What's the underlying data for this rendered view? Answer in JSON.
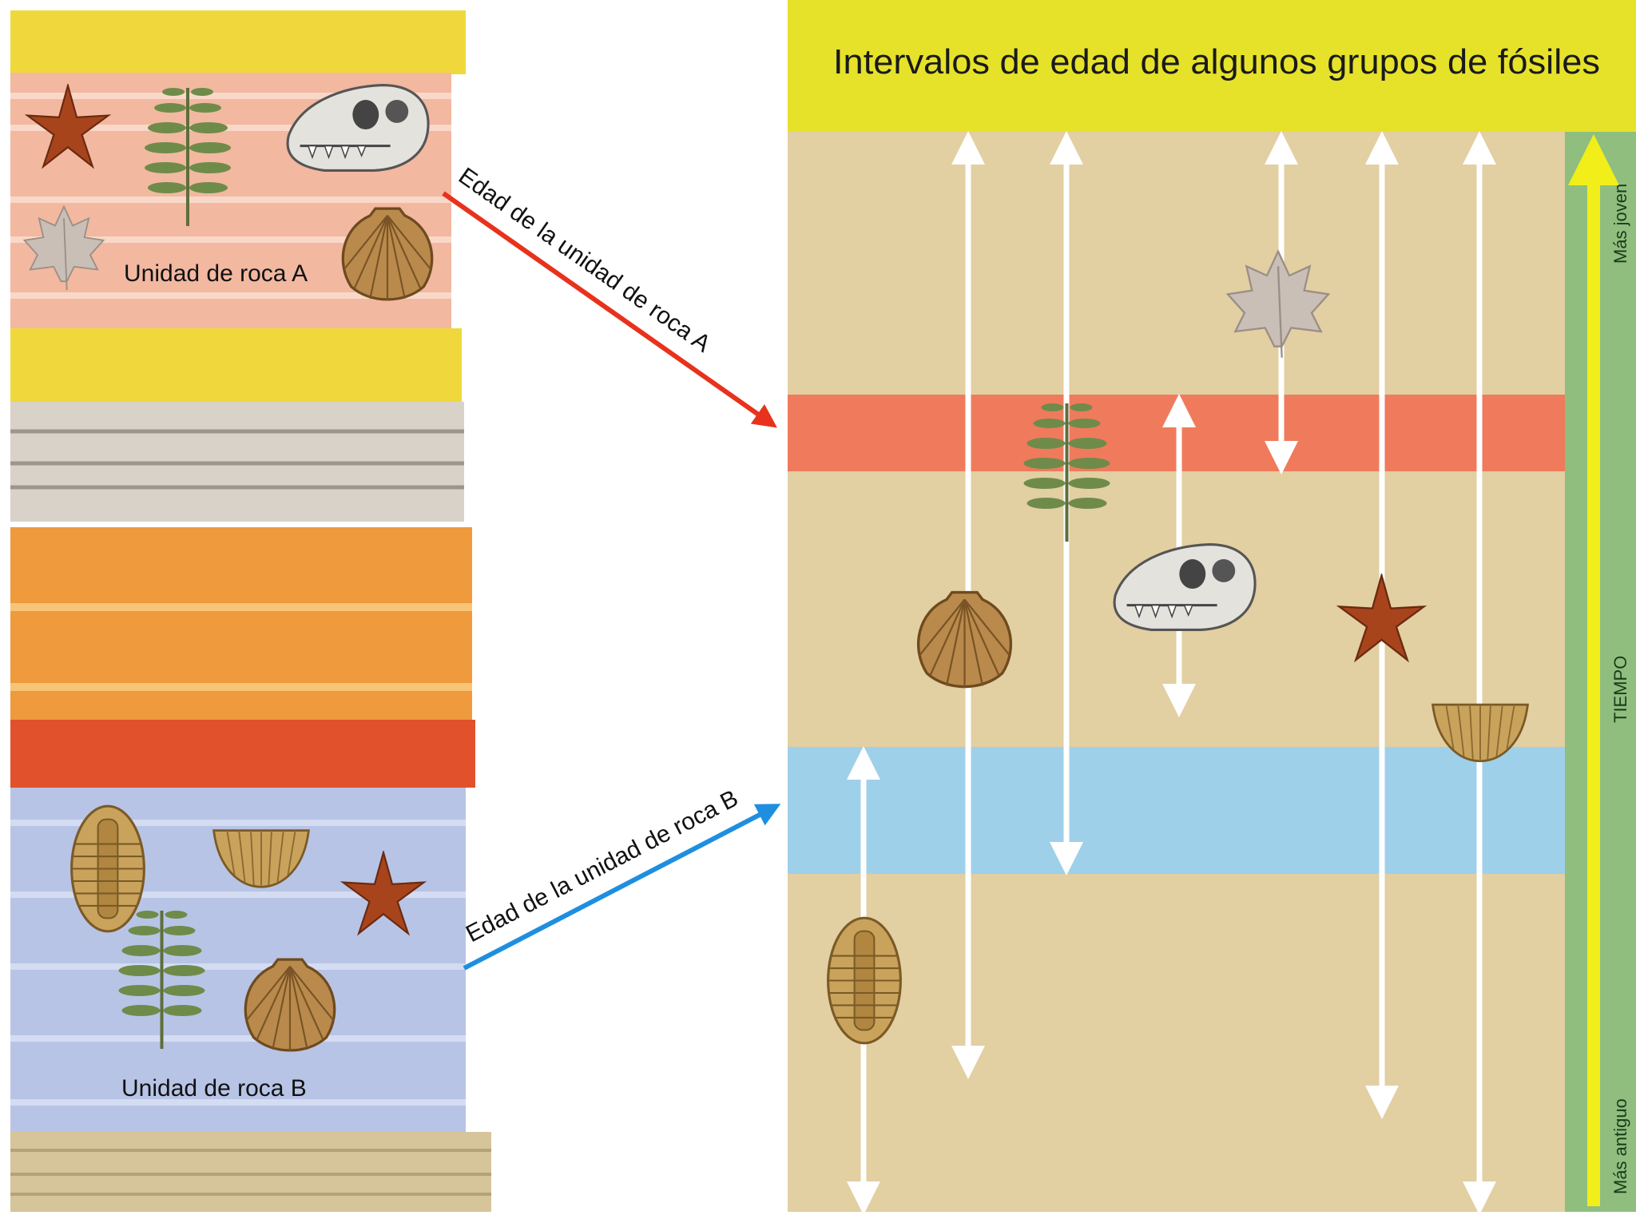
{
  "title": "Intervalos de edad de algunos grupos de fósiles",
  "column": {
    "unit_a_label": "Unidad de roca A",
    "unit_b_label": "Unidad de roca B"
  },
  "connectors": {
    "age_a_label": "Edad de la unidad de roca A",
    "age_b_label": "Edad de la unidad de roca B"
  },
  "time_axis": {
    "younger_label": "Más joven",
    "axis_label": "TIEMPO",
    "older_label": "Más antiguo"
  },
  "fossil_ranges": [
    {
      "fossil": "trilobite"
    },
    {
      "fossil": "scallop-shell"
    },
    {
      "fossil": "fern"
    },
    {
      "fossil": "dinosaur-skull"
    },
    {
      "fossil": "maple-leaf"
    },
    {
      "fossil": "starfish"
    },
    {
      "fossil": "brachiopod"
    }
  ],
  "colors": {
    "unit_a_band": "#f07a5c",
    "unit_b_band": "#9fd0ea",
    "title_bar": "#e6e22a",
    "age_a_arrow": "#e8321c",
    "age_b_arrow": "#1e8fe0"
  }
}
